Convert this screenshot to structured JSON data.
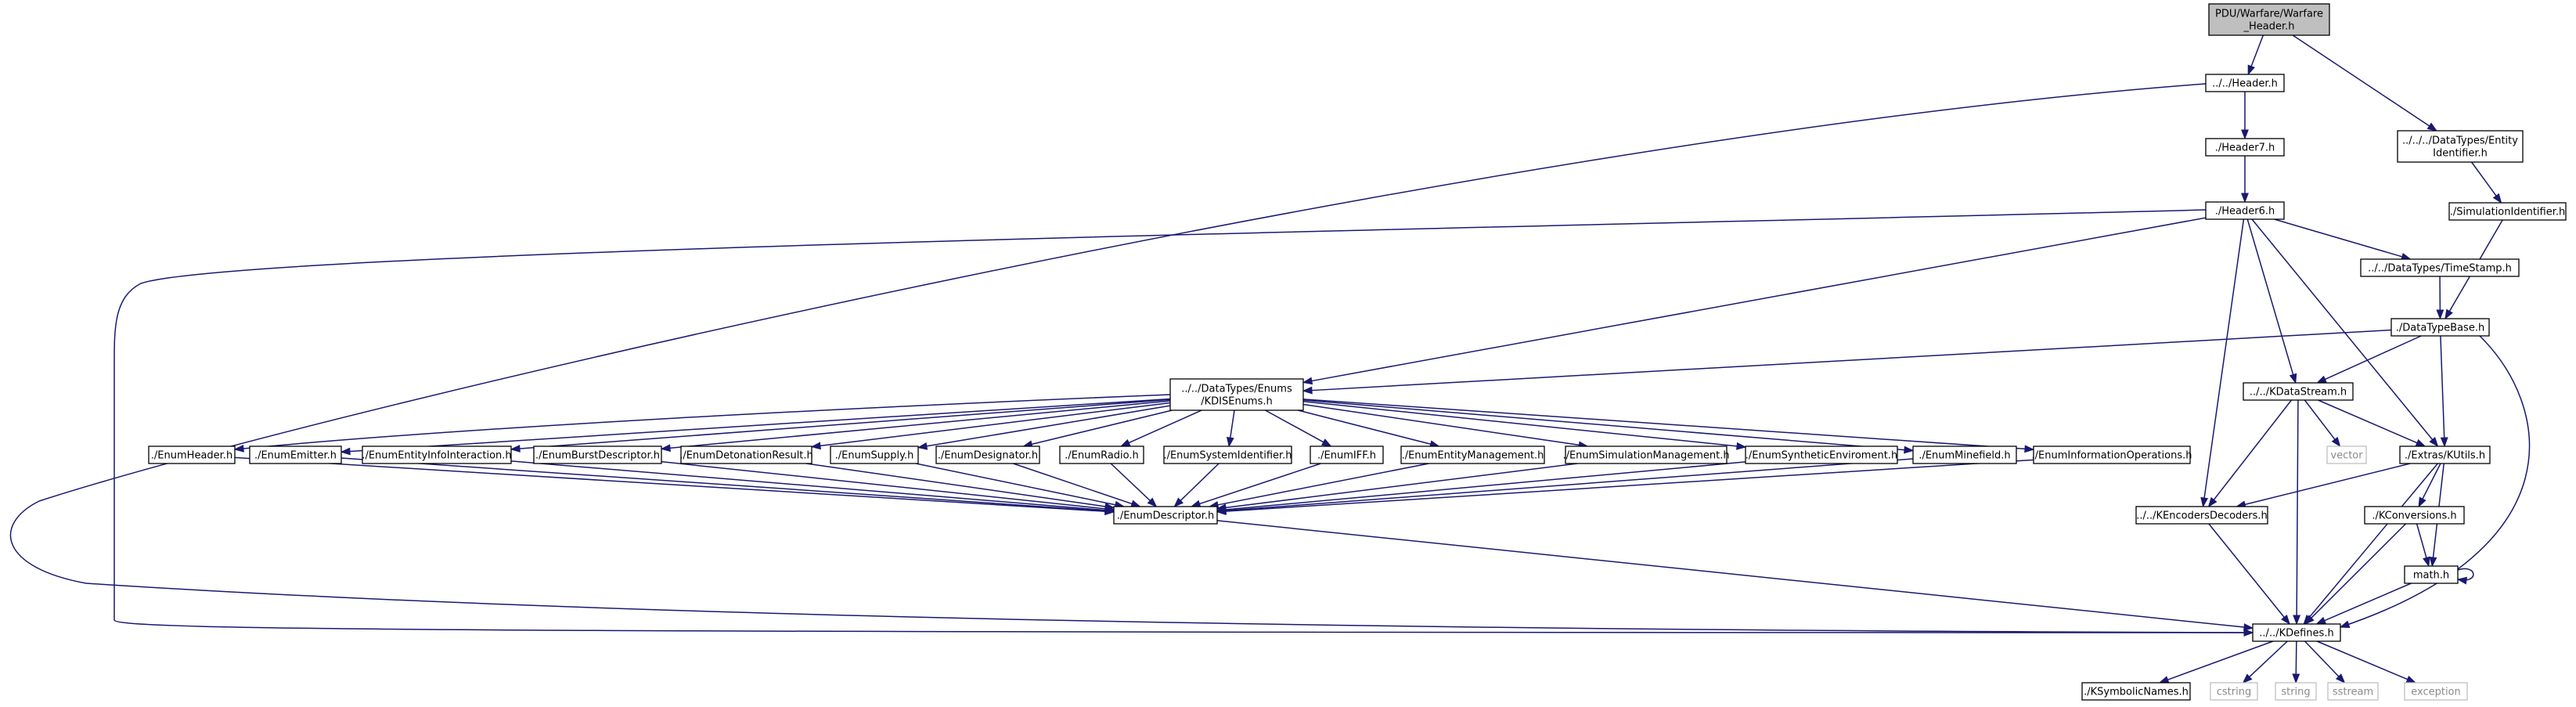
{
  "graph": {
    "colors": {
      "edge": "#191970",
      "node_border": "#000000",
      "root_fill": "#bfbfbf",
      "external_border": "#bfbfbf"
    },
    "nodes": [
      {
        "id": "root",
        "lines": [
          "PDU/Warfare/Warfare",
          "_Header.h"
        ],
        "kind": "root"
      },
      {
        "id": "header_h",
        "lines": [
          "../../Header.h"
        ]
      },
      {
        "id": "entity_id",
        "lines": [
          "../../../DataTypes/Entity",
          "Identifier.h"
        ]
      },
      {
        "id": "header7",
        "lines": [
          "./Header7.h"
        ]
      },
      {
        "id": "sim_id",
        "lines": [
          "./SimulationIdentifier.h"
        ]
      },
      {
        "id": "header6",
        "lines": [
          "./Header6.h"
        ]
      },
      {
        "id": "timestamp",
        "lines": [
          "../../DataTypes/TimeStamp.h"
        ]
      },
      {
        "id": "datatypebase",
        "lines": [
          "./DataTypeBase.h"
        ]
      },
      {
        "id": "kdisenums",
        "lines": [
          "../../DataTypes/Enums",
          "/KDISEnums.h"
        ]
      },
      {
        "id": "kdatastream",
        "lines": [
          "../../KDataStream.h"
        ]
      },
      {
        "id": "enumheader",
        "lines": [
          "./EnumHeader.h"
        ]
      },
      {
        "id": "enumemitter",
        "lines": [
          "./EnumEmitter.h"
        ]
      },
      {
        "id": "enumentityinfo",
        "lines": [
          "./EnumEntityInfoInteraction.h"
        ]
      },
      {
        "id": "enumburst",
        "lines": [
          "./EnumBurstDescriptor.h"
        ]
      },
      {
        "id": "enumdetonation",
        "lines": [
          "./EnumDetonationResult.h"
        ]
      },
      {
        "id": "enumsupply",
        "lines": [
          "./EnumSupply.h"
        ]
      },
      {
        "id": "enumdesignator",
        "lines": [
          "./EnumDesignator.h"
        ]
      },
      {
        "id": "enumradio",
        "lines": [
          "./EnumRadio.h"
        ]
      },
      {
        "id": "enumsysid",
        "lines": [
          "./EnumSystemIdentifier.h"
        ]
      },
      {
        "id": "enumiff",
        "lines": [
          "./EnumIFF.h"
        ]
      },
      {
        "id": "enumentitymgmt",
        "lines": [
          "./EnumEntityManagement.h"
        ]
      },
      {
        "id": "enumsimmgmt",
        "lines": [
          "./EnumSimulationManagement.h"
        ]
      },
      {
        "id": "enumsynthetic",
        "lines": [
          "./EnumSyntheticEnviroment.h"
        ]
      },
      {
        "id": "enumminefield",
        "lines": [
          "./EnumMinefield.h"
        ]
      },
      {
        "id": "enuminfoops",
        "lines": [
          "./EnumInformationOperations.h"
        ]
      },
      {
        "id": "vector",
        "lines": [
          "vector"
        ],
        "kind": "external"
      },
      {
        "id": "kutils",
        "lines": [
          "./Extras/KUtils.h"
        ]
      },
      {
        "id": "enumdescriptor",
        "lines": [
          "./EnumDescriptor.h"
        ]
      },
      {
        "id": "kencoders",
        "lines": [
          "../../KEncodersDecoders.h"
        ]
      },
      {
        "id": "kconversions",
        "lines": [
          "./KConversions.h"
        ]
      },
      {
        "id": "math",
        "lines": [
          "math.h"
        ]
      },
      {
        "id": "kdefines",
        "lines": [
          "../../KDefines.h"
        ]
      },
      {
        "id": "ksymbolic",
        "lines": [
          "./KSymbolicNames.h"
        ]
      },
      {
        "id": "cstring",
        "lines": [
          "cstring"
        ],
        "kind": "external"
      },
      {
        "id": "string",
        "lines": [
          "string"
        ],
        "kind": "external"
      },
      {
        "id": "sstream",
        "lines": [
          "sstream"
        ],
        "kind": "external"
      },
      {
        "id": "exception",
        "lines": [
          "exception"
        ],
        "kind": "external"
      }
    ],
    "edges": [
      [
        "root",
        "header_h"
      ],
      [
        "root",
        "entity_id"
      ],
      [
        "header_h",
        "header7"
      ],
      [
        "header_h",
        "kdefines"
      ],
      [
        "entity_id",
        "sim_id"
      ],
      [
        "sim_id",
        "datatypebase"
      ],
      [
        "header7",
        "header6"
      ],
      [
        "header6",
        "timestamp"
      ],
      [
        "header6",
        "kdisenums"
      ],
      [
        "header6",
        "kdatastream"
      ],
      [
        "header6",
        "kutils"
      ],
      [
        "header6",
        "kencoders"
      ],
      [
        "header6",
        "kdefines"
      ],
      [
        "timestamp",
        "datatypebase"
      ],
      [
        "datatypebase",
        "kdisenums"
      ],
      [
        "datatypebase",
        "kdatastream"
      ],
      [
        "datatypebase",
        "kutils"
      ],
      [
        "datatypebase",
        "kdefines"
      ],
      [
        "kdisenums",
        "enumheader"
      ],
      [
        "kdisenums",
        "enumemitter"
      ],
      [
        "kdisenums",
        "enumentityinfo"
      ],
      [
        "kdisenums",
        "enumburst"
      ],
      [
        "kdisenums",
        "enumdetonation"
      ],
      [
        "kdisenums",
        "enumsupply"
      ],
      [
        "kdisenums",
        "enumdesignator"
      ],
      [
        "kdisenums",
        "enumradio"
      ],
      [
        "kdisenums",
        "enumsysid"
      ],
      [
        "kdisenums",
        "enumiff"
      ],
      [
        "kdisenums",
        "enumentitymgmt"
      ],
      [
        "kdisenums",
        "enumsimmgmt"
      ],
      [
        "kdisenums",
        "enumsynthetic"
      ],
      [
        "kdisenums",
        "enumminefield"
      ],
      [
        "kdisenums",
        "enuminfoops"
      ],
      [
        "enumheader",
        "enumdescriptor"
      ],
      [
        "enumemitter",
        "enumdescriptor"
      ],
      [
        "enumentityinfo",
        "enumdescriptor"
      ],
      [
        "enumburst",
        "enumdescriptor"
      ],
      [
        "enumdetonation",
        "enumdescriptor"
      ],
      [
        "enumsupply",
        "enumdescriptor"
      ],
      [
        "enumdesignator",
        "enumdescriptor"
      ],
      [
        "enumradio",
        "enumdescriptor"
      ],
      [
        "enumsysid",
        "enumdescriptor"
      ],
      [
        "enumiff",
        "enumdescriptor"
      ],
      [
        "enumentitymgmt",
        "enumdescriptor"
      ],
      [
        "enumsimmgmt",
        "enumdescriptor"
      ],
      [
        "enumsynthetic",
        "enumdescriptor"
      ],
      [
        "enumminefield",
        "enumdescriptor"
      ],
      [
        "enuminfoops",
        "enumdescriptor"
      ],
      [
        "enumdescriptor",
        "kdefines"
      ],
      [
        "kdatastream",
        "vector"
      ],
      [
        "kdatastream",
        "kutils"
      ],
      [
        "kdatastream",
        "kencoders"
      ],
      [
        "kdatastream",
        "kdefines"
      ],
      [
        "kutils",
        "kencoders"
      ],
      [
        "kutils",
        "kconversions"
      ],
      [
        "kutils",
        "math"
      ],
      [
        "kutils",
        "kdefines"
      ],
      [
        "kencoders",
        "kdefines"
      ],
      [
        "kconversions",
        "math"
      ],
      [
        "kconversions",
        "kdefines"
      ],
      [
        "math",
        "math"
      ],
      [
        "math",
        "kdefines"
      ],
      [
        "kdefines",
        "ksymbolic"
      ],
      [
        "kdefines",
        "cstring"
      ],
      [
        "kdefines",
        "string"
      ],
      [
        "kdefines",
        "sstream"
      ],
      [
        "kdefines",
        "exception"
      ]
    ]
  }
}
